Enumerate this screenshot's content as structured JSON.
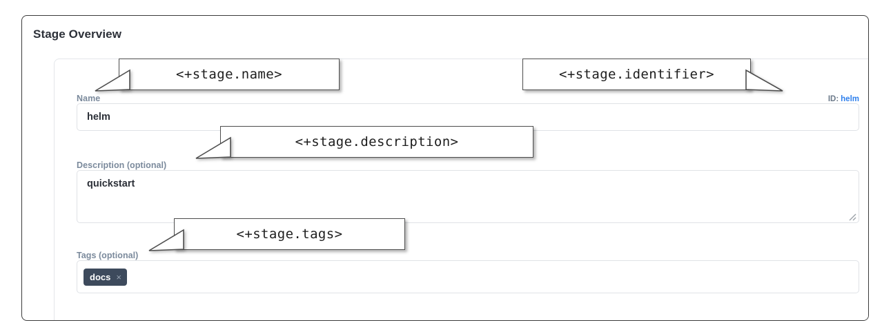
{
  "panel": {
    "title": "Stage Overview"
  },
  "form": {
    "name_field": {
      "label": "Name",
      "value": "helm",
      "placeholder": ""
    },
    "identifier": {
      "prefix": "ID:",
      "value": "helm"
    },
    "description_field": {
      "label": "Description (optional)",
      "value": "quickstart",
      "placeholder": ""
    },
    "tags_field": {
      "label": "Tags (optional)",
      "placeholder": "",
      "tags": [
        {
          "label": "docs",
          "remove_icon": "×"
        }
      ]
    }
  },
  "annotations": [
    {
      "text": "<+stage.name>"
    },
    {
      "text": "<+stage.identifier>"
    },
    {
      "text": "<+stage.description>"
    },
    {
      "text": "<+stage.tags>"
    }
  ],
  "colors": {
    "frame_border": "#3a3a3a",
    "label": "#7b8a9c",
    "id_link": "#2f80ed",
    "tag_chip_bg": "#3d4a5c",
    "callout_border": "#4d4d4d",
    "input_border": "#dfe2e6"
  }
}
